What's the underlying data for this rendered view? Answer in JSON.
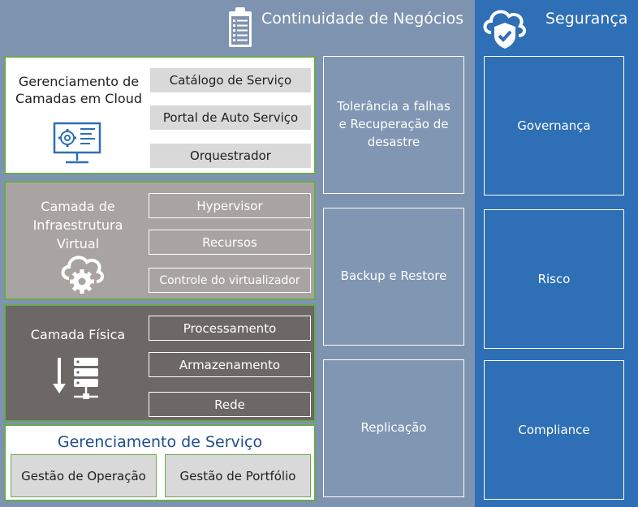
{
  "header": {
    "continuity_title": "Continuidade de Negócios",
    "security_title": "Segurança"
  },
  "cloud_layer": {
    "title": "Gerenciamento de Camadas em Cloud",
    "items": [
      "Catálogo de Serviço",
      "Portal de Auto Serviço",
      "Orquestrador"
    ],
    "icon": "monitor-settings-icon"
  },
  "virtual_layer": {
    "title": "Camada de Infraestrutura Virtual",
    "items": [
      "Hypervisor",
      "Recursos",
      "Controle do virtualizador"
    ],
    "icon": "cloud-gear-icon"
  },
  "physical_layer": {
    "title": "Camada Física",
    "items": [
      "Processamento",
      "Armazenamento",
      "Rede"
    ],
    "icon": "server-download-icon"
  },
  "service_management": {
    "title": "Gerenciamento de Serviço",
    "items": [
      "Gestão de Operação",
      "Gestão de Portfólio"
    ]
  },
  "business_continuity": {
    "items": [
      "Tolerância a falhas e Recuperação de desastre",
      "Backup e Restore",
      "Replicação"
    ],
    "icon": "clipboard-icon"
  },
  "security": {
    "items": [
      "Governança",
      "Risco",
      "Compliance"
    ],
    "icon": "cloud-shield-icon"
  },
  "colors": {
    "continuity_bg": "#7e93b0",
    "security_bg": "#2e6fb5",
    "layer_border": "#6aa84f",
    "virtual_bg": "#a9a4a1",
    "physical_bg": "#6d6865",
    "item_bg": "#d9d9d9"
  }
}
